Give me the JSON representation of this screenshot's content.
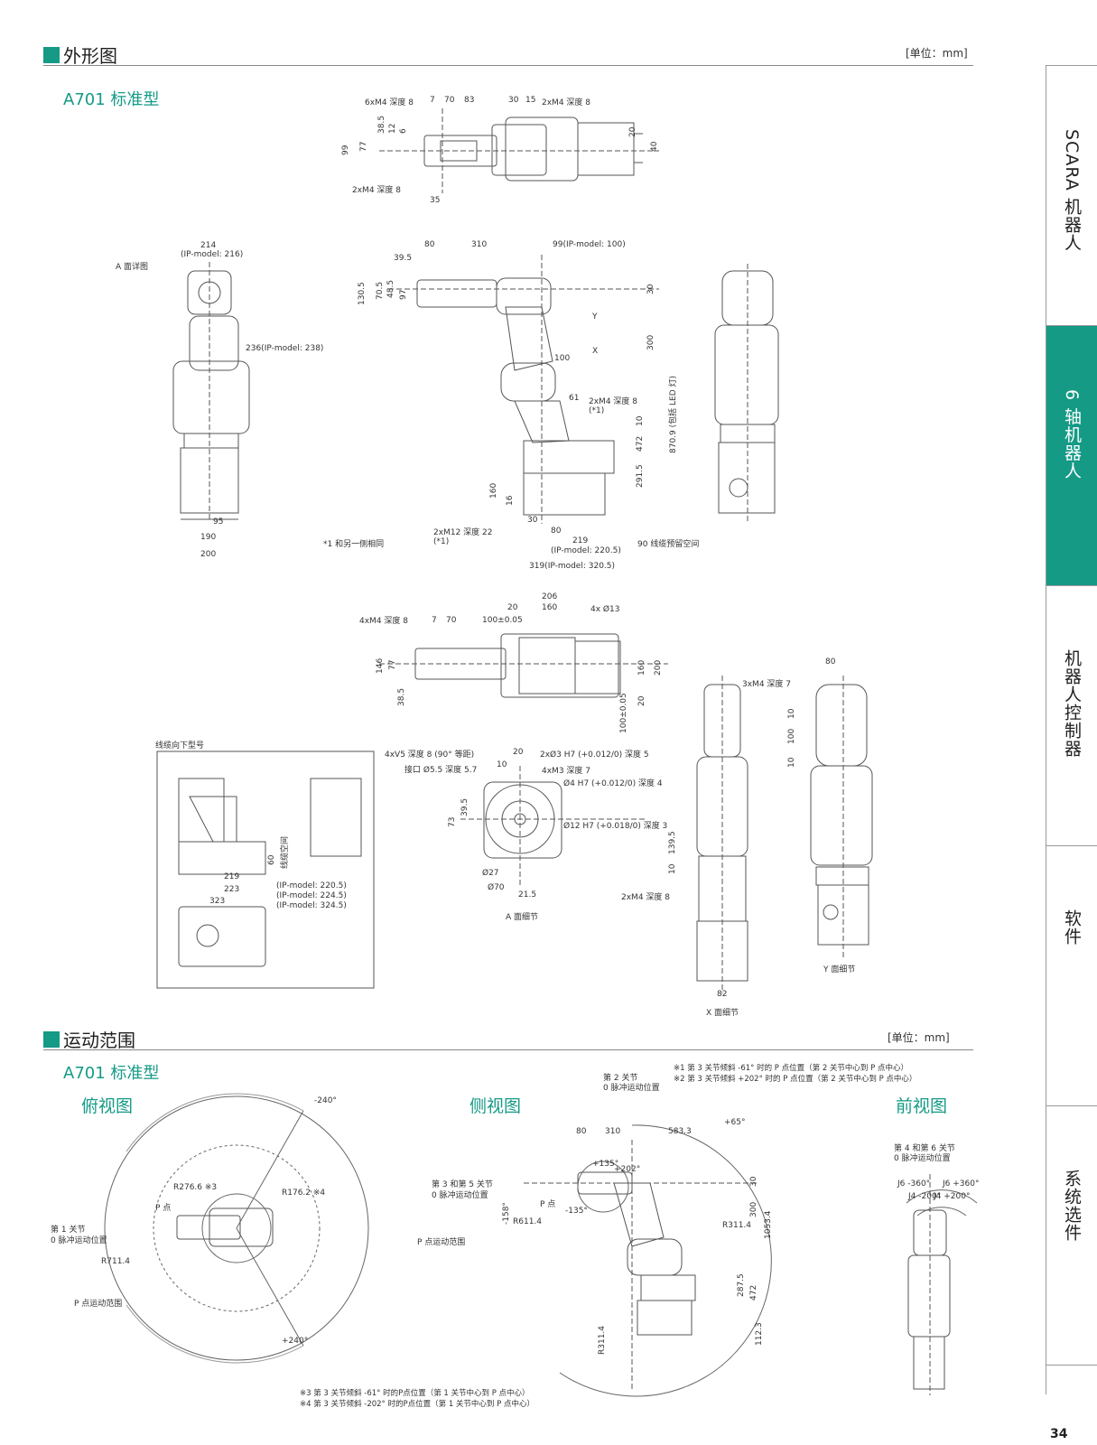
{
  "header": {
    "section1_title": "外形图",
    "unit": "[单位：mm]",
    "model1": "A701 标准型",
    "section2_title": "运动范围",
    "model2": "A701 标准型"
  },
  "views": {
    "top": "俯视图",
    "side": "侧视图",
    "front": "前视图"
  },
  "dims_top": {
    "d1": "6xM4 深度 8",
    "d2": "7",
    "d3": "70",
    "d4": "83",
    "d5": "30",
    "d6": "15",
    "d7": "2xM4 深度 8",
    "d8": "99",
    "d9": "77",
    "d10": "38.5",
    "d11": "12",
    "d12": "6",
    "d13": "20",
    "d14": "40",
    "d15": "2xM4 深度 8",
    "d16": "35"
  },
  "dims_front": {
    "w1": "214",
    "w1b": "(IP-model: 216)",
    "a_detail": "A 面详图",
    "w2": "236(IP-model: 238)",
    "w3": "95",
    "w4": "190",
    "w5": "200",
    "note1": "*1 和另一侧相同"
  },
  "dims_side": {
    "s1": "80",
    "s2": "310",
    "s3": "99(IP-model: 100)",
    "s4": "39.5",
    "s5": "130.5",
    "s6": "70.5",
    "s7": "48.5",
    "s8": "97",
    "s9": "30",
    "s10": "Y",
    "s11": "300",
    "s12": "X",
    "s13": "100",
    "s14": "61",
    "s15": "2xM4 深度 8",
    "s16": "(*1)",
    "s17": "870.9 (包括 LED 灯)",
    "s18": "10",
    "s19": "472",
    "s20": "291.5",
    "s21": "160",
    "s22": "16",
    "s23": "30",
    "s24": "80",
    "s25": "2xM12 深度 22",
    "s26": "(*1)",
    "s27": "219",
    "s28": "(IP-model: 220.5)",
    "s29": "90 线缆预留空间",
    "s30": "319(IP-model: 320.5)"
  },
  "dims_bottom": {
    "b1": "206",
    "b2": "20",
    "b3": "160",
    "b4": "4x Ø13",
    "b5": "4xM4 深度 8",
    "b6": "7",
    "b7": "70",
    "b8": "100±0.05",
    "b9": "146",
    "b10": "77",
    "b11": "38.5",
    "b12": "160",
    "b13": "200",
    "b14": "20",
    "b15": "100±0.05"
  },
  "dims_cable": {
    "title": "线缆向下型号",
    "c1": "60",
    "c2": "线缆空间",
    "c3": "219",
    "c4": "223",
    "c5": "323",
    "c6": "(IP-model: 220.5)",
    "c7": "(IP-model: 224.5)",
    "c8": "(IP-model: 324.5)"
  },
  "dims_flange": {
    "f1": "4xV5 深度 8 (90° 等距)",
    "f2": "20",
    "f3": "2xØ3 H7 (+0.012/0) 深度 5",
    "f4": "接口 Ø5.5 深度 5.7",
    "f5": "10",
    "f6": "4xM3 深度 7",
    "f7": "Ø4 H7 (+0.012/0) 深度 4",
    "f8": "73",
    "f9": "39.5",
    "f10": "Ø12 H7 (+0.018/0) 深度 3",
    "f11": "Ø27",
    "f12": "Ø70",
    "f13": "21.5",
    "f14": "A 面细节"
  },
  "dims_xy": {
    "x1": "3xM4 深度 7",
    "x2": "80",
    "x3": "10",
    "x4": "100",
    "x5": "10",
    "x6": "139.5",
    "x7": "10",
    "x8": "2xM4 深度 8",
    "x9": "82",
    "x10": "X 面细节",
    "x11": "Y 面细节"
  },
  "range_top": {
    "a1": "-240°",
    "a2": "R276.6 ※3",
    "a3": "R176.2 ※4",
    "a4": "P 点",
    "a5": "第 1 关节",
    "a6": "0 脉冲运动位置",
    "a7": "R711.4",
    "a8": "P 点运动范围",
    "a9": "+240°",
    "n1": "※3  第 3 关节倾斜 -61° 时的P点位置（第 1 关节中心到 P 点中心）",
    "n2": "※4  第 3 关节倾斜 -202° 时的P点位置（第 1 关节中心到 P 点中心）"
  },
  "range_side": {
    "r1": "第 2 关节",
    "r2": "0 脉冲运动位置",
    "n1": "※1  第 3 关节倾斜 -61° 时的 P 点位置（第 2 关节中心到 P 点中心）",
    "n2": "※2  第 3 关节倾斜 +202° 时的 P 点位置（第 2 关节中心到 P 点中心）",
    "r3": "80",
    "r4": "310",
    "r5": "583.3",
    "r6": "+65°",
    "r7": "+135°",
    "r8": "+202°",
    "r9": "第 3 和第 5 关节",
    "r10": "0 脉冲运动位置",
    "r11": "-158°",
    "r12": "P 点",
    "r13": "-135°",
    "r14": "R611.4",
    "r15": "R311.4",
    "r16": "P 点运动范围",
    "r17": "30",
    "r18": "300",
    "r19": "1053.4",
    "r20": "472",
    "r21": "287.5",
    "r22": "R311.4",
    "r23": "112.3"
  },
  "range_front": {
    "p1": "第 4 和第 6 关节",
    "p2": "0 脉冲运动位置",
    "p3": "J6 -360°",
    "p4": "J6 +360°",
    "p5": "J4 -200°",
    "p6": "J4 +200°"
  },
  "tabs": [
    "SCARA 机器人",
    "6 轴机器人",
    "机器人控制器",
    "软件",
    "系统选件"
  ],
  "page_number": "34",
  "colors": {
    "accent": "#159a86"
  }
}
